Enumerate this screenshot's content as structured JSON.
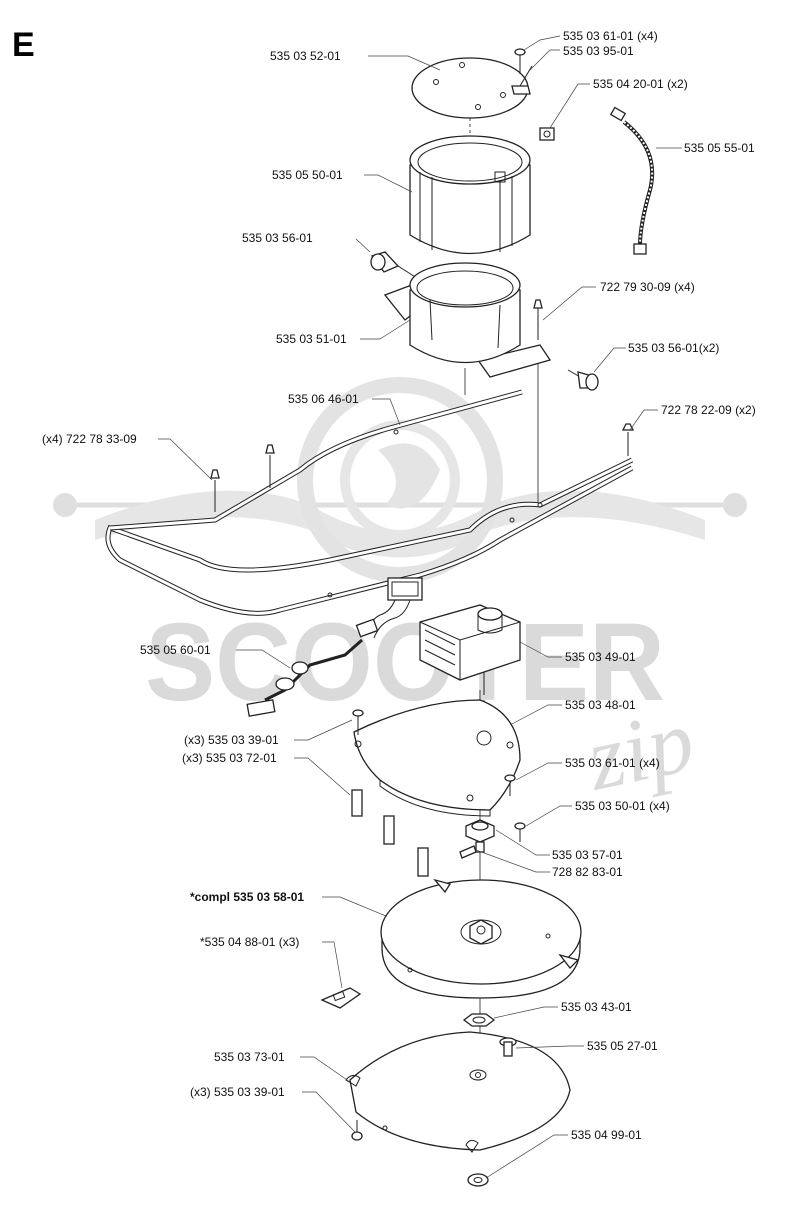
{
  "section_letter": "E",
  "watermark": {
    "brand": "SCOOTER",
    "script": "zip"
  },
  "callouts": [
    {
      "id": "top-cover",
      "text": "535 03 52-01",
      "bold": false
    },
    {
      "id": "screw-top",
      "text": "535 03 61-01 (x4)",
      "bold": false
    },
    {
      "id": "terminal",
      "text": "535 03 95-01",
      "bold": false
    },
    {
      "id": "clip",
      "text": "535 04 20-01 (x2)",
      "bold": false
    },
    {
      "id": "motor-cylinder",
      "text": "535 05 50-01",
      "bold": false
    },
    {
      "id": "cable",
      "text": "535 05 55-01",
      "bold": false
    },
    {
      "id": "knob-left",
      "text": "535 03 56-01",
      "bold": false
    },
    {
      "id": "pin-bracket",
      "text": "722 79 30-09 (x4)",
      "bold": false
    },
    {
      "id": "bracket-housing",
      "text": "535 03 51-01",
      "bold": false
    },
    {
      "id": "knob-right",
      "text": "535 03 56-01(x2)",
      "bold": false
    },
    {
      "id": "frame-rail",
      "text": "535 06 46-01",
      "bold": false
    },
    {
      "id": "pin-rail-right",
      "text": "722 78 22-09 (x2)",
      "bold": false
    },
    {
      "id": "pin-rail-left",
      "text": "(x4) 722 78 33-09",
      "bold": false
    },
    {
      "id": "harness",
      "text": "535 05 60-01",
      "bold": false
    },
    {
      "id": "motor",
      "text": "535 03 49-01",
      "bold": false
    },
    {
      "id": "motor-plate",
      "text": "535 03 48-01",
      "bold": false
    },
    {
      "id": "screw-plate",
      "text": "(x3) 535 03 39-01",
      "bold": false
    },
    {
      "id": "spacer",
      "text": "(x3) 535 03 72-01",
      "bold": false
    },
    {
      "id": "screw-plate-right",
      "text": "535 03 61-01 (x4)",
      "bold": false
    },
    {
      "id": "screw-hub",
      "text": "535 03 50-01 (x4)",
      "bold": false
    },
    {
      "id": "hub",
      "text": "535 03 57-01",
      "bold": false
    },
    {
      "id": "set-screw",
      "text": "728 82 83-01",
      "bold": false
    },
    {
      "id": "blade-disc",
      "text": "*compl 535 03 58-01",
      "bold": true
    },
    {
      "id": "blade",
      "text": "*535 04 88-01 (x3)",
      "bold": false
    },
    {
      "id": "nut",
      "text": "535 03 43-01",
      "bold": false
    },
    {
      "id": "guard-plate",
      "text": "535 03 73-01",
      "bold": false
    },
    {
      "id": "rivet",
      "text": "535 05 27-01",
      "bold": false
    },
    {
      "id": "screw-guard",
      "text": "(x3) 535 03 39-01",
      "bold": false
    },
    {
      "id": "washer",
      "text": "535 04 99-01",
      "bold": false
    }
  ]
}
